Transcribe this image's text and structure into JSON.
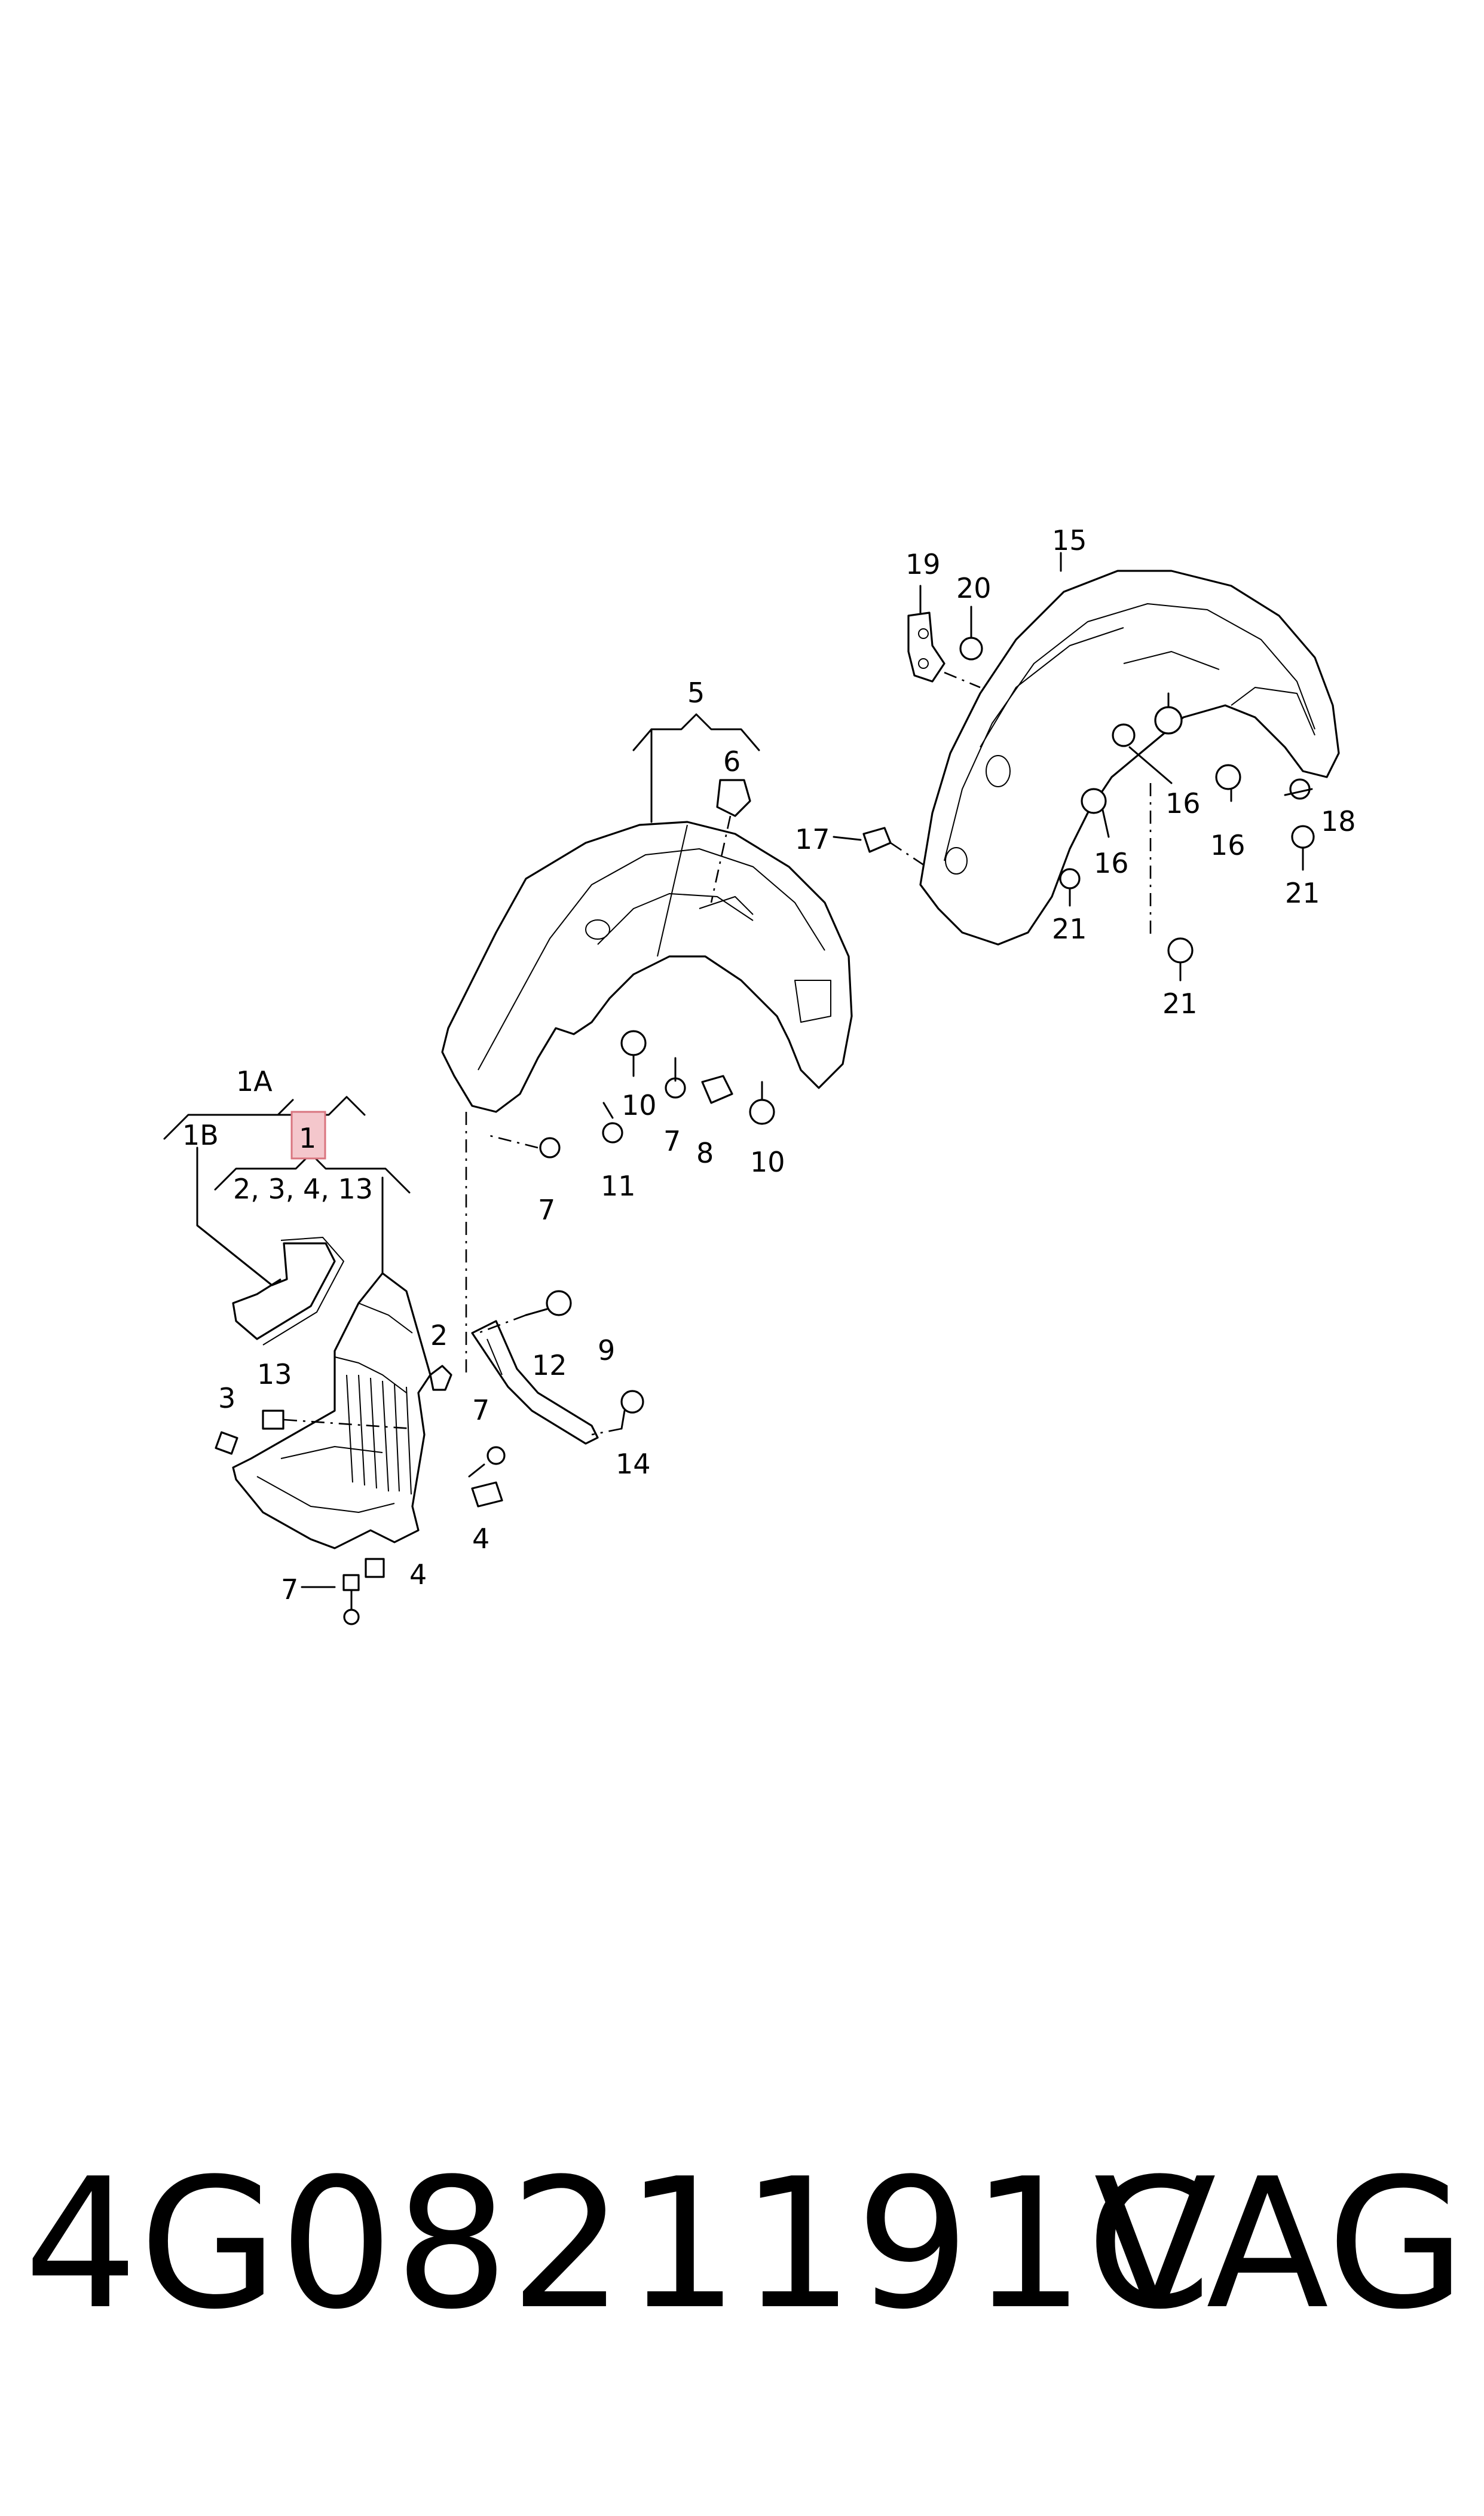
{
  "diagram": {
    "labels": {
      "l1A": "1A",
      "l1B": "1B",
      "l1": "1",
      "l1sub": "2, 3, 4, 13",
      "l2": "2",
      "l3": "3",
      "l4a": "4",
      "l4b": "4",
      "l5": "5",
      "l6": "6",
      "l7a": "7",
      "l7b": "7",
      "l7c": "7",
      "l7d": "7",
      "l8": "8",
      "l9": "9",
      "l10a": "10",
      "l10b": "10",
      "l11": "11",
      "l12": "12",
      "l13": "13",
      "l14": "14",
      "l15": "15",
      "l16a": "16",
      "l16b": "16",
      "l16c": "16",
      "l17": "17",
      "l18": "18",
      "l19": "19",
      "l20": "20",
      "l21a": "21",
      "l21b": "21",
      "l21c": "21"
    },
    "highlight_color": "#f4c7cc"
  },
  "footer": {
    "part_number": "4G0821191C",
    "brand": "VAG"
  }
}
